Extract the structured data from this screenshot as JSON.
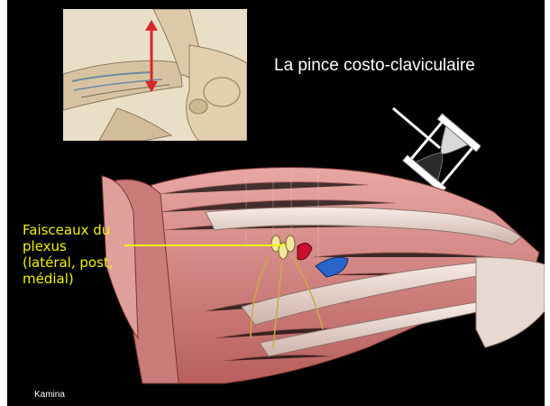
{
  "slide": {
    "title": "La pince  costo-claviculaire",
    "pointer_label": "Faisceaux du\nplexus\n(latéral, post,\nmédial)",
    "credit": "Kamina"
  },
  "colors": {
    "background": "#000000",
    "title_text": "#ffffff",
    "label_text": "#f2f200",
    "pointer_line": "#f2f200",
    "arrow": "#d8262a",
    "muscle": "#d98b8b",
    "bone": "#efdcd6",
    "artery": "#c8102e",
    "vein": "#2a63c9",
    "nerve": "#f3e6a0"
  },
  "icons": {
    "hourglass": "hourglass-icon",
    "double_arrow": "double-arrow-icon"
  }
}
